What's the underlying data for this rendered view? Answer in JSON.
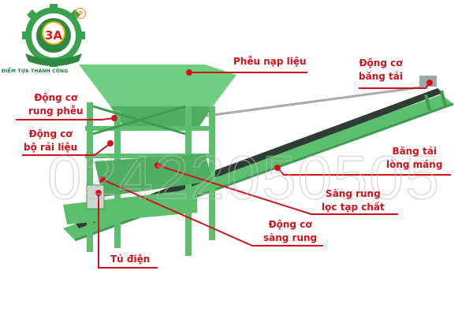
{
  "logo": {
    "mark": "3A",
    "slogan": "ĐIỂM TỰA THÀNH CÔNG",
    "registered": "®"
  },
  "watermark": "02422050505",
  "labels": {
    "hopper": "Phễu nạp liệu",
    "conveyor_motor": [
      "Động cơ",
      "băng tải"
    ],
    "hopper_vibration_motor": [
      "Động cơ",
      "rung phễu"
    ],
    "spreader_motor": [
      "Động cơ",
      "bộ rải liệu"
    ],
    "trough_conveyor": [
      "Băng tải",
      "lòng máng"
    ],
    "vibrating_screen": [
      "Sàng rung",
      "lọc tạp chất"
    ],
    "screen_motor": [
      "Động cơ",
      "sàng rung"
    ],
    "control_cabinet": "Tủ điện"
  },
  "colors": {
    "machine": "#5cbf6e",
    "machine_dark": "#3f9a52",
    "label": "#d0121b",
    "belt": "#2f3b33"
  }
}
